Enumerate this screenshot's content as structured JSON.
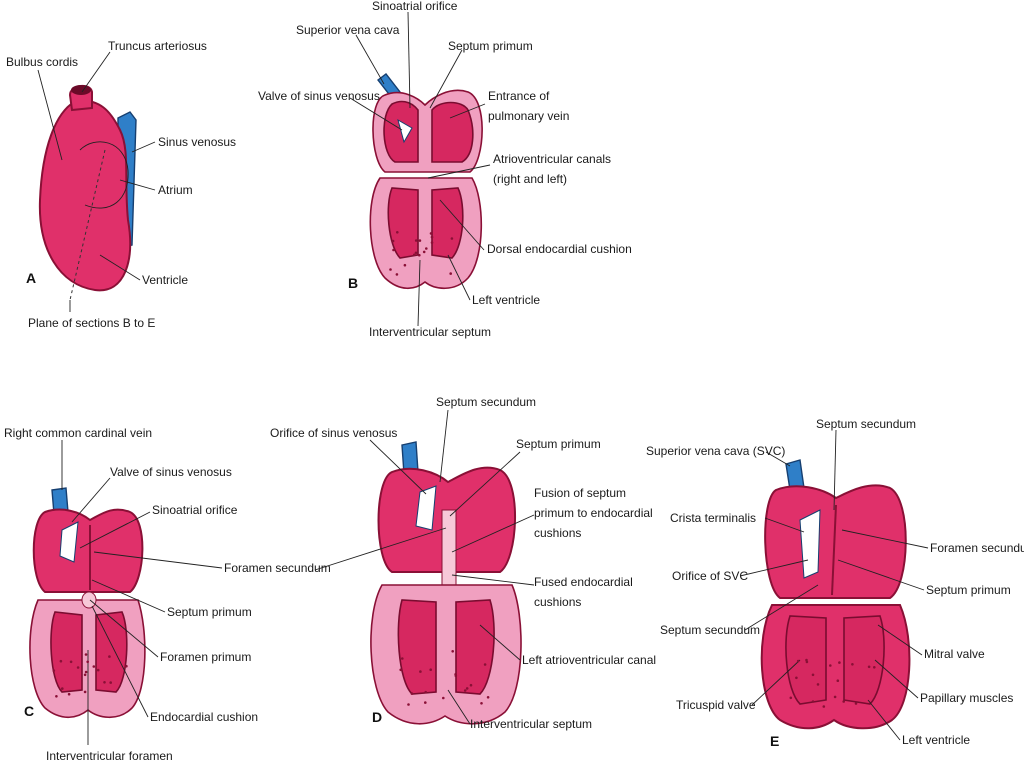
{
  "panels": {
    "A": {
      "letter": "A",
      "labels": {
        "bulbus_cordis": "Bulbus cordis",
        "truncus_arteriosus": "Truncus arteriosus",
        "sinus_venosus": "Sinus venosus",
        "atrium": "Atrium",
        "ventricle": "Ventricle",
        "plane": "Plane of sections B to E"
      }
    },
    "B": {
      "letter": "B",
      "labels": {
        "sinoatrial_orifice": "Sinoatrial orifice",
        "superior_vena_cava": "Superior vena cava",
        "septum_primum": "Septum primum",
        "valve_sinus_venosus": "Valve of sinus venosus",
        "entrance_pulm_1": "Entrance of",
        "entrance_pulm_2": "pulmonary vein",
        "av_canals_1": "Atrioventricular canals",
        "av_canals_2": "(right and left)",
        "dorsal_endocardial_cushion": "Dorsal endocardial cushion",
        "left_ventricle": "Left ventricle",
        "interventricular_septum": "Interventricular septum"
      }
    },
    "C": {
      "letter": "C",
      "labels": {
        "right_common_cardinal_vein": "Right common cardinal vein",
        "valve_sinus_venosus": "Valve of sinus venosus",
        "sinoatrial_orifice": "Sinoatrial orifice",
        "foramen_secundum": "Foramen secundum",
        "septum_primum": "Septum primum",
        "foramen_primum": "Foramen primum",
        "endocardial_cushion": "Endocardial cushion",
        "interventricular_foramen": "Interventricular foramen"
      }
    },
    "D": {
      "letter": "D",
      "labels": {
        "septum_secundum": "Septum secundum",
        "orifice_sinus_venosus": "Orifice of sinus venosus",
        "septum_primum": "Septum primum",
        "fusion_1": "Fusion of septum",
        "fusion_2": "primum to endocardial",
        "fusion_3": "cushions",
        "fused_cushions_1": "Fused endocardial",
        "fused_cushions_2": "cushions",
        "left_av_canal": "Left atrioventricular canal",
        "interventricular_septum": "Interventricular septum"
      }
    },
    "E": {
      "letter": "E",
      "labels": {
        "septum_secundum_top": "Septum secundum",
        "svc": "Superior vena cava (SVC)",
        "crista_terminalis": "Crista terminalis",
        "foramen_secundum": "Foramen secundum",
        "orifice_svc": "Orifice of SVC",
        "septum_primum": "Septum primum",
        "septum_secundum_low": "Septum secundum",
        "mitral_valve": "Mitral valve",
        "papillary_muscles": "Papillary muscles",
        "tricuspid_valve": "Tricuspid valve",
        "left_ventricle": "Left ventricle"
      }
    }
  },
  "colors": {
    "tissue": "#e0306a",
    "tissue_light": "#f0a0c0",
    "vein": "#2f7fc8",
    "text": "#1a1a1a"
  }
}
